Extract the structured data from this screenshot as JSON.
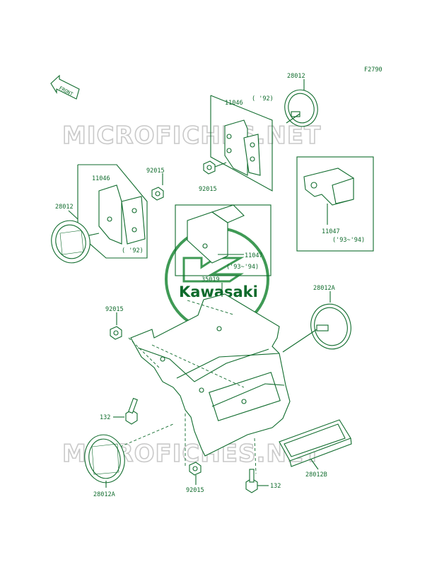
{
  "diagram": {
    "figure_code": "F2790",
    "front_label": "FRONT",
    "logo_text": "Kawasaki",
    "watermark_text": "MICROFICHES.NET",
    "colors": {
      "ink": "#0f6b2c",
      "watermark": "#c9c9c9",
      "logo": "#3f9a55"
    },
    "labels": {
      "p28012_top": "28012",
      "p11046_top": "11046",
      "p11046_top_note": "( '92)",
      "p92015_top": "92015",
      "p11046_left": "11046",
      "p92015_left": "92015",
      "p28012_left": "28012",
      "p11046_left_note": "( '92)",
      "p11047_right": "11047",
      "p11047_right_note": "('93~'94)",
      "p11047_mid": "11047",
      "p11047_mid_note": "('93~'94)",
      "p35019": "35019",
      "p28012A_right": "28012A",
      "p92015_mid": "92015",
      "p132_left": "132",
      "p28012A_bottom": "28012A",
      "p92015_bottom": "92015",
      "p132_bottom": "132",
      "p28012B": "28012B"
    }
  }
}
